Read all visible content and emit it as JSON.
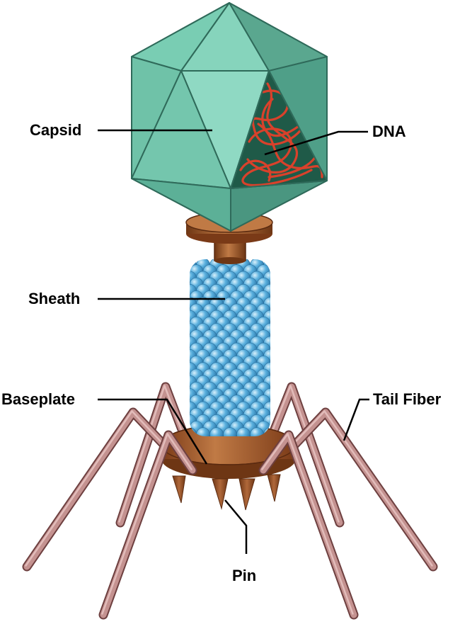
{
  "labels": {
    "capsid": "Capsid",
    "dna": "DNA",
    "sheath": "Sheath",
    "baseplate": "Baseplate",
    "tail_fiber": "Tail Fiber",
    "pin": "Pin"
  },
  "colors": {
    "capsid_light": "#8fd9c3",
    "capsid_mid": "#6cc7ab",
    "capsid_dark": "#4f9f88",
    "capsid_edge": "#2f6a5a",
    "dna_strand": "#d9412b",
    "dna_background": "#1f5a48",
    "collar": "#a0562a",
    "collar_dark": "#6e3614",
    "sheath_bead": "#5ab0de",
    "sheath_bead_dark": "#2a77aa",
    "baseplate": "#a65a2c",
    "tail_fiber": "#b07a78",
    "tail_fiber_edge": "#6e4040",
    "leader_line": "#000000"
  }
}
